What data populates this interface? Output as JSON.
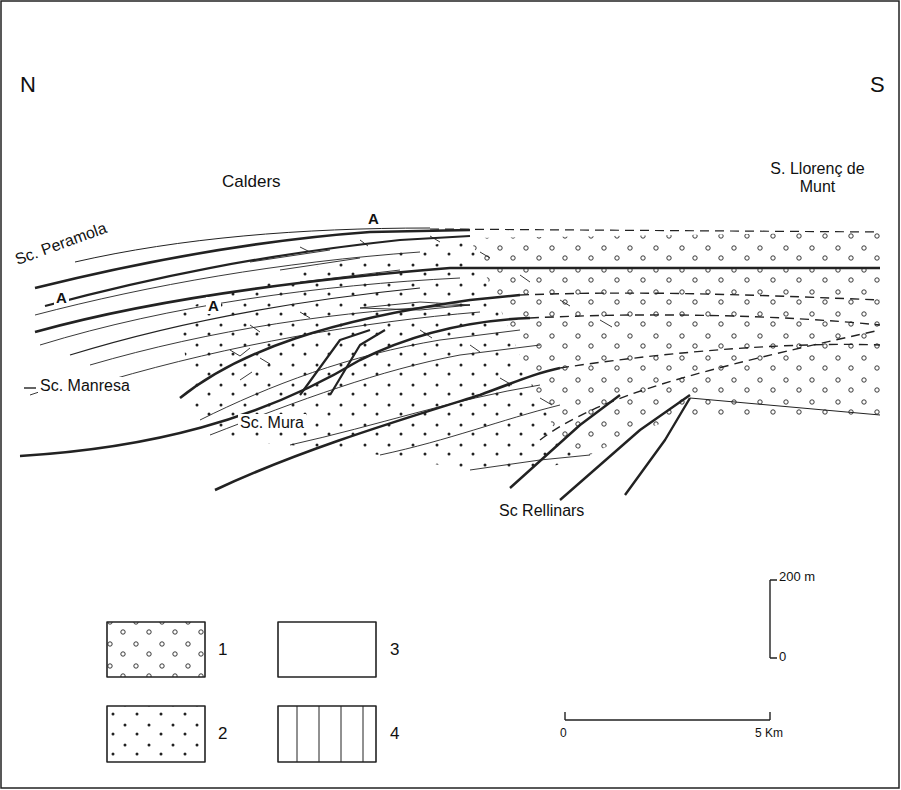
{
  "diagram": {
    "labels": [
      "N",
      "S",
      "Calders",
      "S. Llorenç de Munt",
      "Sc. Peramola",
      "A",
      "A",
      "A",
      "Sc. Manresa",
      "Sc. Mura",
      "Sc Rellinars",
      "200 m",
      "0",
      "0",
      "5 Km"
    ],
    "legend": [
      {
        "text": "1"
      },
      {
        "text": "2"
      },
      {
        "text": "3"
      },
      {
        "text": "4"
      }
    ]
  }
}
